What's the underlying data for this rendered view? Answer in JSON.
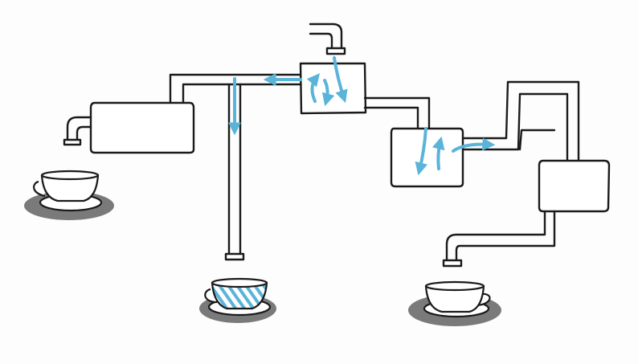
{
  "colors": {
    "water": "#5ab4d9",
    "outline": "#1a1a1a",
    "cup_shadow": "#7a7a7a",
    "background": "#fdfdfd"
  },
  "cups": [
    {
      "name": "left-cup",
      "filled": false
    },
    {
      "name": "middle-cup",
      "filled": true
    },
    {
      "name": "right-cup",
      "filled": false
    }
  ]
}
